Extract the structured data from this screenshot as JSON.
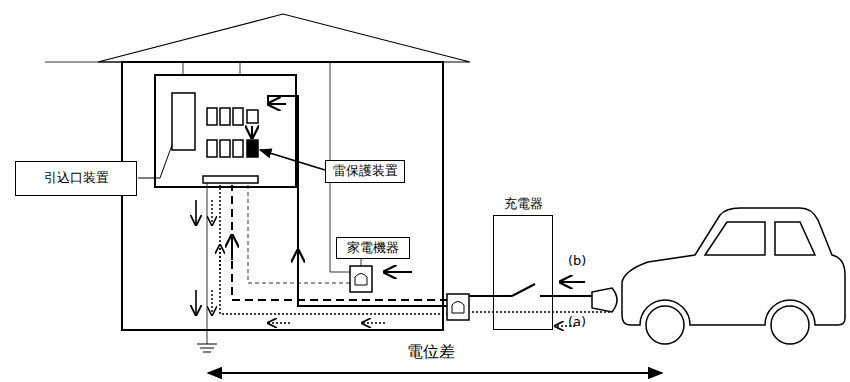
{
  "diagram": {
    "nodes": [
      {
        "text": [
          "引込口装置"
        ]
      },
      {
        "text": [
          "雷保護装置"
        ]
      },
      {
        "text": [
          "家電機器"
        ]
      },
      {
        "text": [
          "充電器"
        ]
      }
    ],
    "labels": [
      "(b)",
      "(a)",
      "電位差"
    ]
  }
}
